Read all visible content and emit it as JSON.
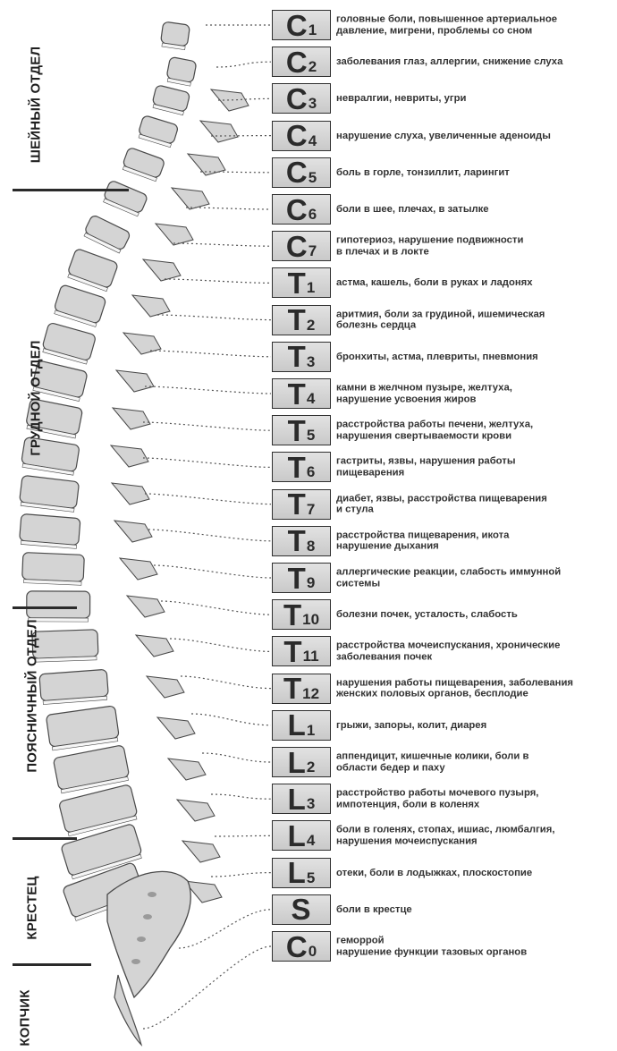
{
  "sections": [
    {
      "label": "ШЕЙНЫЙ ОТДЕЛ"
    },
    {
      "label": "ГРУДНОЙ ОТДЕЛ"
    },
    {
      "label": "ПОЯСНИЧНЫЙ ОТДЕЛ"
    },
    {
      "label": "КРЕСТЕЦ"
    },
    {
      "label": "КОПЧИК"
    }
  ],
  "vertebrae": [
    {
      "letter": "C",
      "index": "1",
      "description": "головные боли, повышенное артериальное\nдавление, мигрени, проблемы  со сном"
    },
    {
      "letter": "C",
      "index": "2",
      "description": "заболевания глаз, аллергии, снижение слуха"
    },
    {
      "letter": "C",
      "index": "3",
      "description": "невралгии, невриты, угри"
    },
    {
      "letter": "C",
      "index": "4",
      "description": "нарушение слуха, увеличенные аденоиды"
    },
    {
      "letter": "C",
      "index": "5",
      "description": "боль в горле, тонзиллит, ларингит"
    },
    {
      "letter": "C",
      "index": "6",
      "description": "боли в шее, плечах, в затылке"
    },
    {
      "letter": "C",
      "index": "7",
      "description": "гипотериоз, нарушение подвижности\nв плечах и в локте"
    },
    {
      "letter": "T",
      "index": "1",
      "description": "астма, кашель, боли в руках и ладонях"
    },
    {
      "letter": "T",
      "index": "2",
      "description": "аритмия, боли за грудиной, ишемическая\nболезнь сердца"
    },
    {
      "letter": "T",
      "index": "3",
      "description": "бронхиты, астма, плевриты, пневмония"
    },
    {
      "letter": "T",
      "index": "4",
      "description": "камни в желчном пузыре, желтуха,\nнарушение усвоения жиров"
    },
    {
      "letter": "T",
      "index": "5",
      "description": "расстройства работы печени, желтуха,\nнарушения свертываемости крови"
    },
    {
      "letter": "T",
      "index": "6",
      "description": "гастриты, язвы, нарушения работы\nпищеварения"
    },
    {
      "letter": "T",
      "index": "7",
      "description": "диабет, язвы, расстройства пищеварения\nи стула"
    },
    {
      "letter": "T",
      "index": "8",
      "description": "расстройства пищеварения, икота\nнарушение дыхания"
    },
    {
      "letter": "T",
      "index": "9",
      "description": "аллергические реакции, слабость иммунной\nсистемы"
    },
    {
      "letter": "T",
      "index": "10",
      "description": "болезни почек, усталость, слабость"
    },
    {
      "letter": "T",
      "index": "11",
      "description": "расстройства мочеиспускания, хронические\nзаболевания почек"
    },
    {
      "letter": "T",
      "index": "12",
      "description": "нарушения работы пищеварения, заболевания\nженских половых органов, бесплодие"
    },
    {
      "letter": "L",
      "index": "1",
      "description": "грыжи, запоры, колит, диарея"
    },
    {
      "letter": "L",
      "index": "2",
      "description": "аппендицит, кишечные колики, боли в\nобласти бедер и паху"
    },
    {
      "letter": "L",
      "index": "3",
      "description": "расстройство работы мочевого пузыря,\nимпотенция, боли в коленях"
    },
    {
      "letter": "L",
      "index": "4",
      "description": "боли в голенях, стопах, ишиас, люмбалгия,\nнарушения мочеиспускания"
    },
    {
      "letter": "L",
      "index": "5",
      "description": "отеки, боли в лодыжках, плоскостопие"
    },
    {
      "letter": "S",
      "index": "",
      "description": "боли в крестце"
    },
    {
      "letter": "C",
      "index": "0",
      "description": "геморрой\nнарушение функции тазовых органов"
    }
  ],
  "colors": {
    "box_fill_top": "#e2e2e2",
    "box_fill_bottom": "#c9c9c9",
    "box_border": "#2f2f2f",
    "bone_fill": "#d4d4d4",
    "bone_stroke": "#4a4a4a",
    "disc_fill": "#f5f5f5",
    "text": "#333333"
  }
}
